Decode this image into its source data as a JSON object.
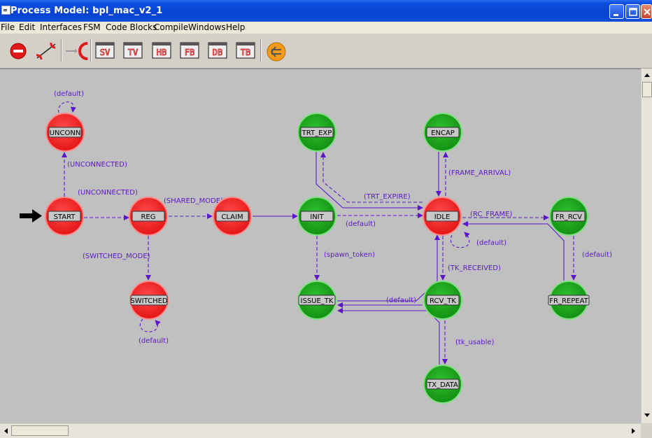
{
  "window": {
    "title": "Process Model: bpl_mac_v2_1"
  },
  "menu": [
    "File",
    "Edit",
    "Interfaces",
    "FSM",
    "Code Blocks",
    "Compile",
    "Windows",
    "Help"
  ],
  "toolbar": {
    "buttons": [
      {
        "name": "stop-icon"
      },
      {
        "name": "transition-icon"
      },
      {
        "name": "initial-state-icon"
      },
      {
        "label": "SV",
        "name": "state-variables-button"
      },
      {
        "label": "TV",
        "name": "temporary-variables-button"
      },
      {
        "label": "HB",
        "name": "header-block-button"
      },
      {
        "label": "FB",
        "name": "function-block-button"
      },
      {
        "label": "DB",
        "name": "diagnostic-block-button"
      },
      {
        "label": "TB",
        "name": "termination-block-button"
      },
      {
        "name": "compile-icon"
      }
    ]
  },
  "colors": {
    "forced_state": "#ee1c1c",
    "unforced_state": "#17a317",
    "transition": "#5a16c8",
    "canvas": "#c0c0c0"
  },
  "states": [
    {
      "id": "UNCONN",
      "label": "UNCONN",
      "type": "forced"
    },
    {
      "id": "START",
      "label": "START",
      "type": "forced"
    },
    {
      "id": "REG",
      "label": "REG",
      "type": "forced"
    },
    {
      "id": "CLAIM",
      "label": "CLAIM",
      "type": "forced"
    },
    {
      "id": "SWITCHED",
      "label": "SWITCHED",
      "type": "forced"
    },
    {
      "id": "IDLE",
      "label": "IDLE",
      "type": "forced"
    },
    {
      "id": "TRT_EXP",
      "label": "TRT_EXP",
      "type": "unforced"
    },
    {
      "id": "ENCAP",
      "label": "ENCAP",
      "type": "unforced"
    },
    {
      "id": "INIT",
      "label": "INIT",
      "type": "unforced"
    },
    {
      "id": "ISSUE_TK",
      "label": "ISSUE_TK",
      "type": "unforced"
    },
    {
      "id": "RCV_TK",
      "label": "RCV_TK",
      "type": "unforced"
    },
    {
      "id": "TX_DATA",
      "label": "TX_DATA",
      "type": "unforced"
    },
    {
      "id": "FR_RCV",
      "label": "FR_RCV",
      "type": "unforced"
    },
    {
      "id": "FR_REPEAT",
      "label": "FR_REPEAT",
      "type": "unforced"
    }
  ],
  "transition_labels": {
    "unconn_default": "(default)",
    "start_unconn": "(UNCONNECTED)",
    "reg_unconn": "(UNCONNECTED)",
    "reg_claim": "(SHARED_MODE)",
    "reg_switched": "(SWITCHED_MODE)",
    "switched_default": "(default)",
    "trt_expire": "(TRT_EXPIRE)",
    "init_idle": "(default)",
    "frame_arrival": "(FRAME_ARRIVAL)",
    "rc_frame": "(RC_FRAME)",
    "idle_default": "(default)",
    "spawn_token": "(spawn_token)",
    "tk_received": "(TK_RECEIVED)",
    "rcv_issue": "(default)",
    "tk_usable": "(tk_usable)",
    "fr_rcv_default": "(default)"
  }
}
